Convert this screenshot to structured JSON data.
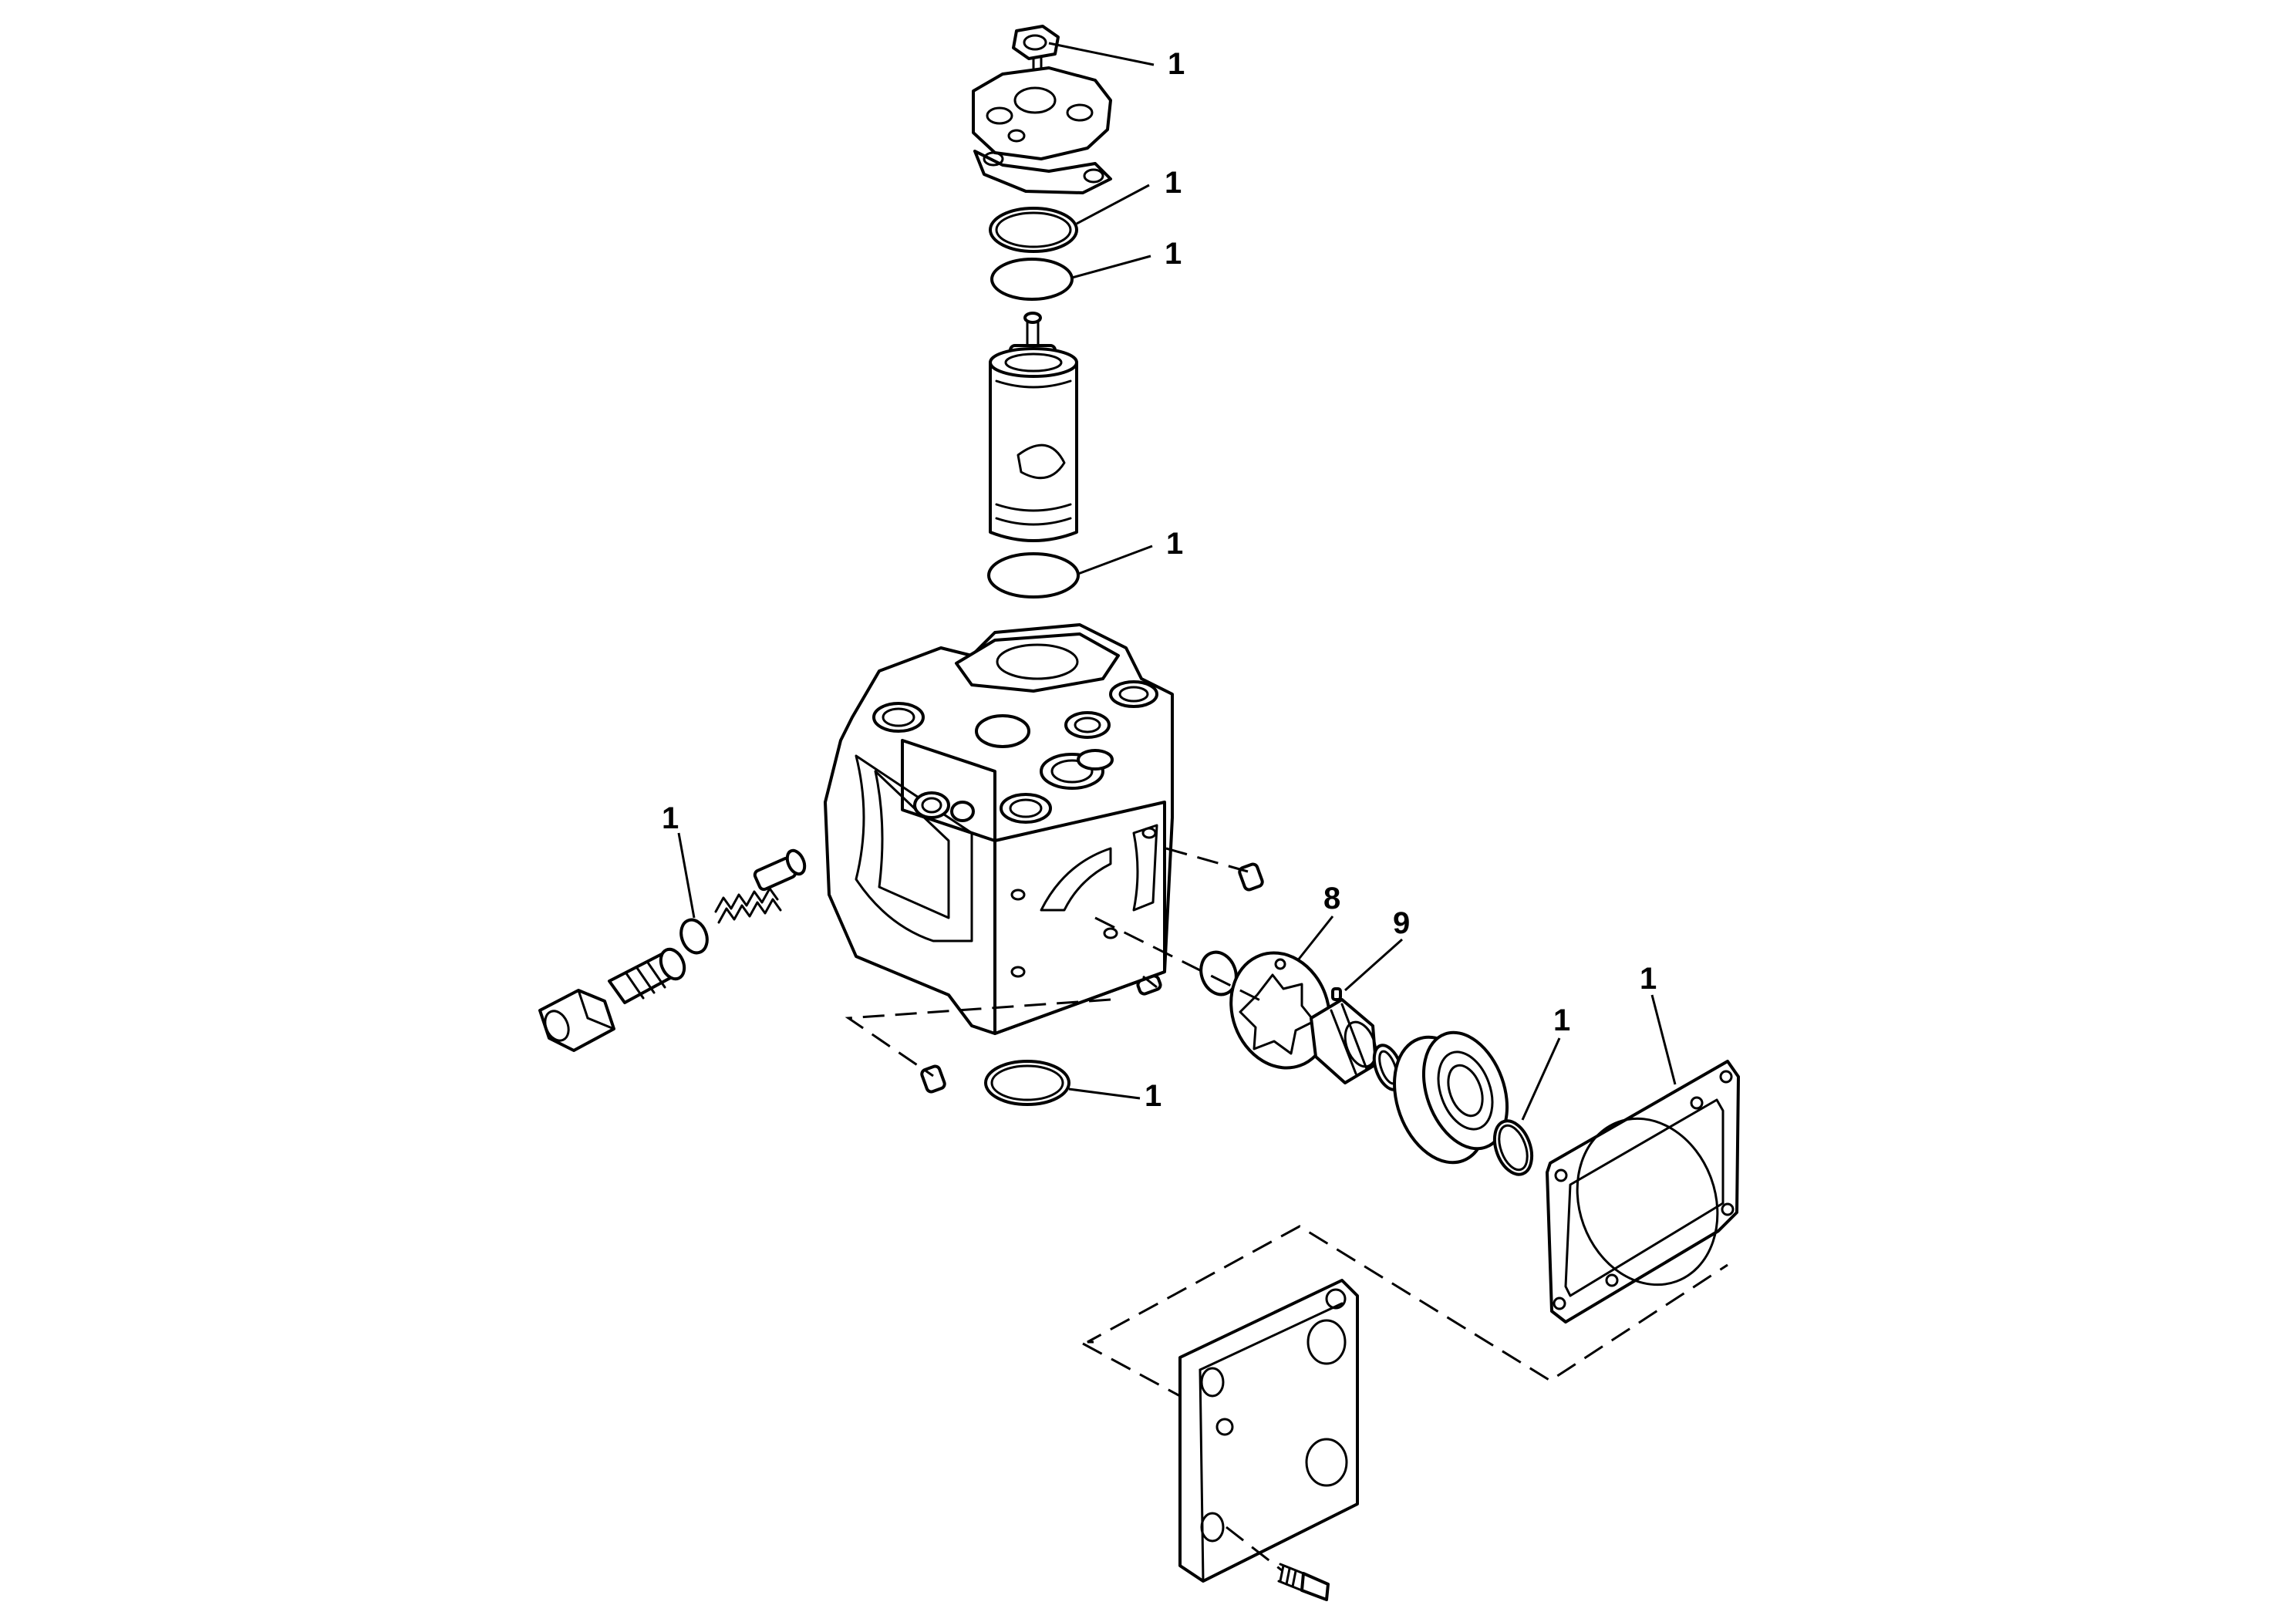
{
  "callouts": {
    "c1": "1",
    "c2": "1",
    "c3": "1",
    "c4": "1",
    "c5": "1",
    "c6": "1",
    "c7": "1",
    "c8": "1",
    "c9": "8",
    "c10": "9"
  },
  "colors": {
    "line": "#000000",
    "background": "#ffffff"
  }
}
